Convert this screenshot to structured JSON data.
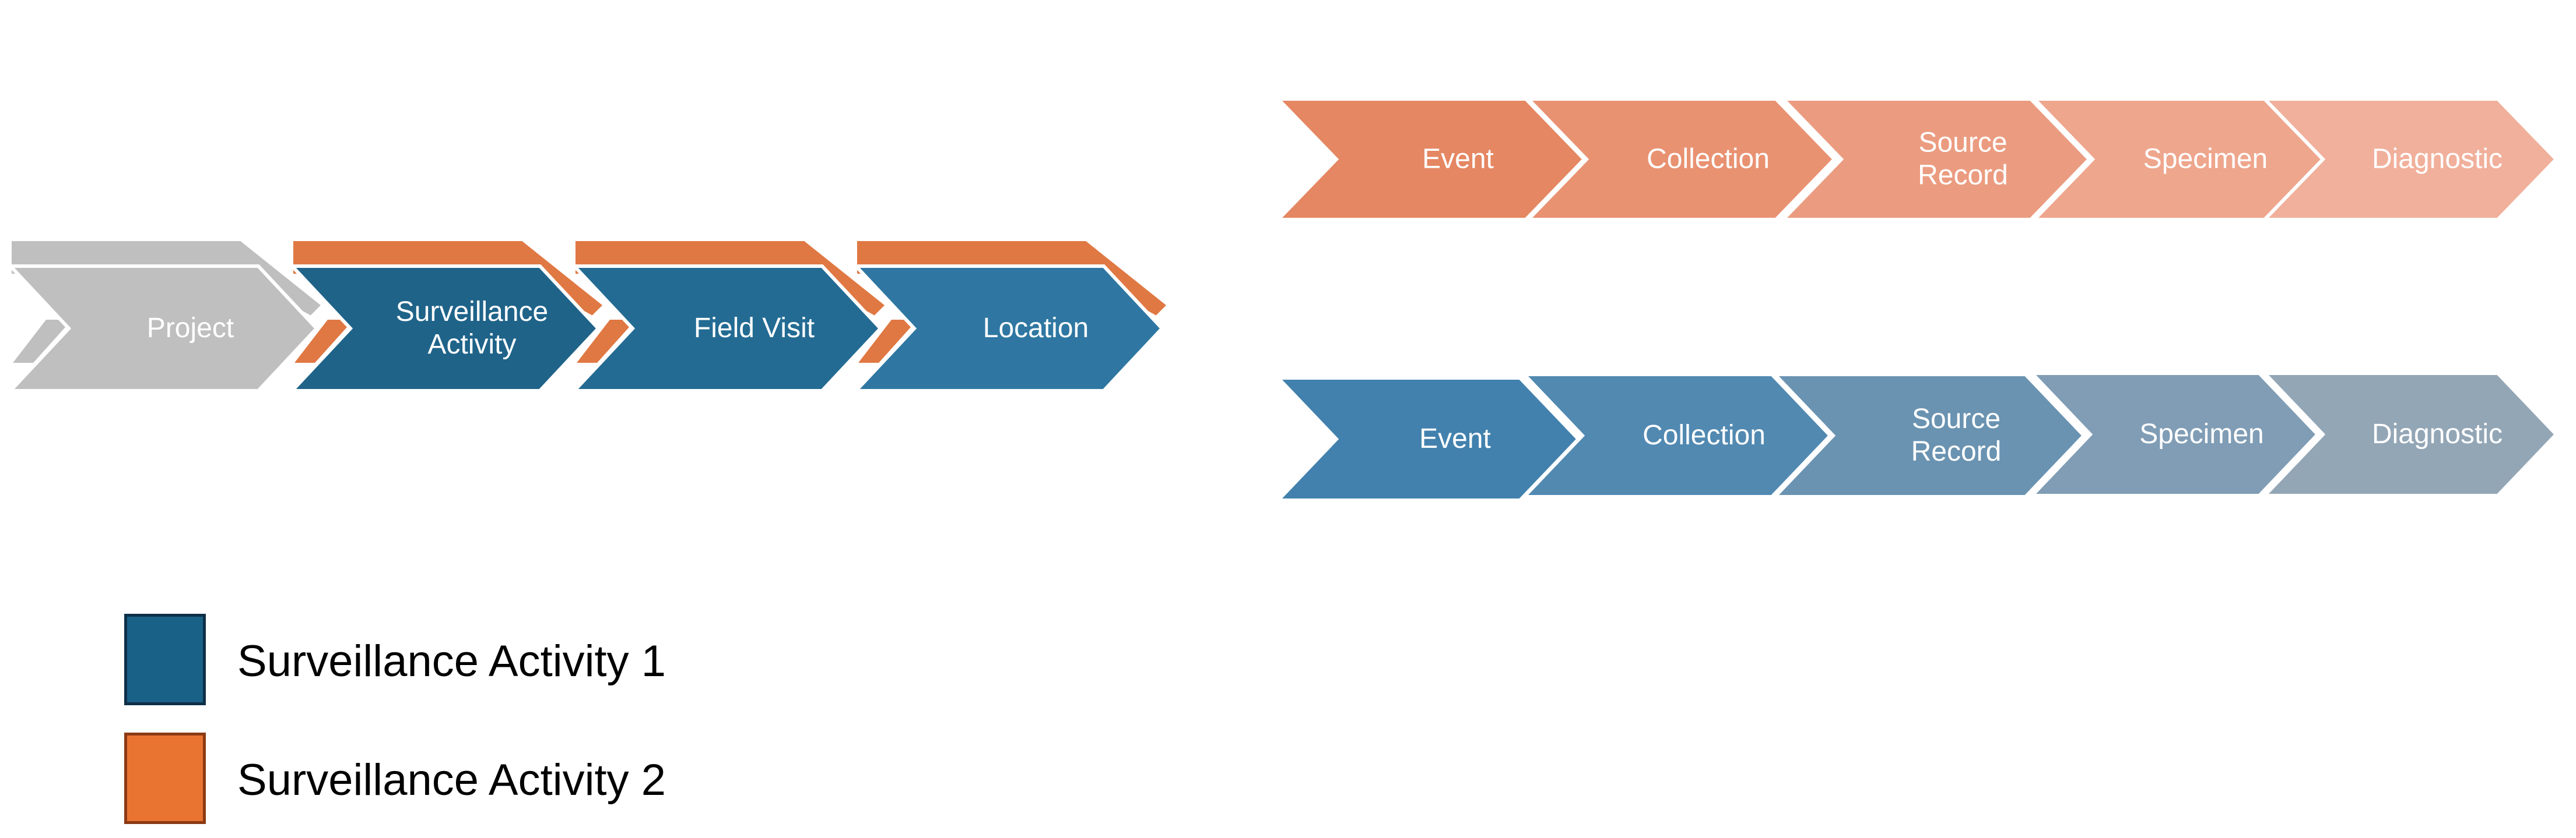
{
  "left_flow": {
    "steps": [
      {
        "label": "Project",
        "fill": "#bfbfbf",
        "tab_fill": "#bfbfbf"
      },
      {
        "label": "Surveillance\nActivity",
        "fill": "#1f6389",
        "tab_fill": "#e07843"
      },
      {
        "label": "Field Visit",
        "fill": "#236b93",
        "tab_fill": "#e07843"
      },
      {
        "label": "Location",
        "fill": "#2f77a2",
        "tab_fill": "#e07843"
      }
    ]
  },
  "orange_flow": {
    "steps": [
      {
        "label": "Event",
        "fill": "#e48762"
      },
      {
        "label": "Collection",
        "fill": "#e89272"
      },
      {
        "label": "Source\nRecord",
        "fill": "#eb9c80"
      },
      {
        "label": "Specimen",
        "fill": "#eea68d"
      },
      {
        "label": "Diagnostic",
        "fill": "#f1b09b"
      }
    ]
  },
  "blue_flow": {
    "steps": [
      {
        "label": "Event",
        "fill": "#4281ad"
      },
      {
        "label": "Collection",
        "fill": "#5189b1"
      },
      {
        "label": "Source\nRecord",
        "fill": "#6a93b1"
      },
      {
        "label": "Specimen",
        "fill": "#809db5"
      },
      {
        "label": "Diagnostic",
        "fill": "#93a6b6"
      }
    ]
  },
  "legend": [
    {
      "label": "Surveillance Activity 1",
      "color": "#1a6187",
      "border": "#0e3048"
    },
    {
      "label": "Surveillance Activity 2",
      "color": "#e97432",
      "border": "#8c3a14"
    }
  ]
}
